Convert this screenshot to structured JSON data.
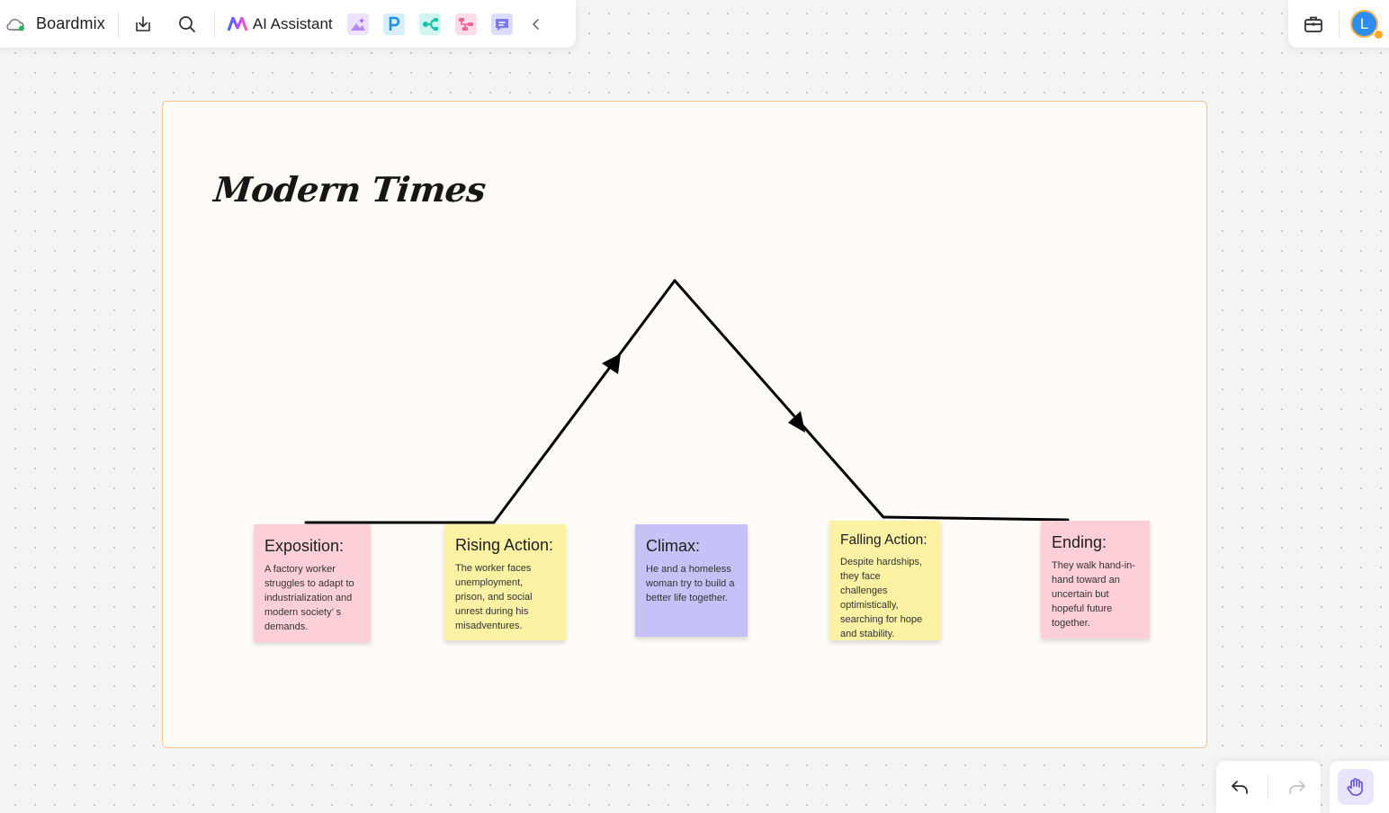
{
  "app": {
    "name": "Boardmix"
  },
  "toolbar": {
    "ai_assistant_label": "AI Assistant",
    "tools": [
      {
        "icon": "ai-image-icon",
        "color": "#e6d9ff"
      },
      {
        "icon": "ai-presentation-icon",
        "color": "#d4ecff"
      },
      {
        "icon": "ai-mindmap-icon",
        "color": "#cdf5ef"
      },
      {
        "icon": "ai-flowchart-icon",
        "color": "#ffdbe6"
      },
      {
        "icon": "ai-chat-icon",
        "color": "#dcdcff"
      }
    ]
  },
  "user": {
    "avatar_initial": "L"
  },
  "board": {
    "title": "Modern Times",
    "frame_color": "#f4c48e",
    "notes": {
      "exposition": {
        "title": "Exposition:",
        "body": "A factory worker struggles to adapt to industrialization and modern society’ s demands."
      },
      "rising": {
        "title": "Rising Action:",
        "body": "The worker faces unemployment, prison, and social unrest during his misadventures."
      },
      "climax": {
        "title": "Climax:",
        "body": "He and a homeless woman try to build a better life together."
      },
      "falling": {
        "title": "Falling Action:",
        "body": "Despite hardships, they face challenges optimistically, searching for hope and stability."
      },
      "ending": {
        "title": "Ending:",
        "body": "They walk hand-in-hand toward an uncertain but hopeful future together."
      }
    }
  }
}
